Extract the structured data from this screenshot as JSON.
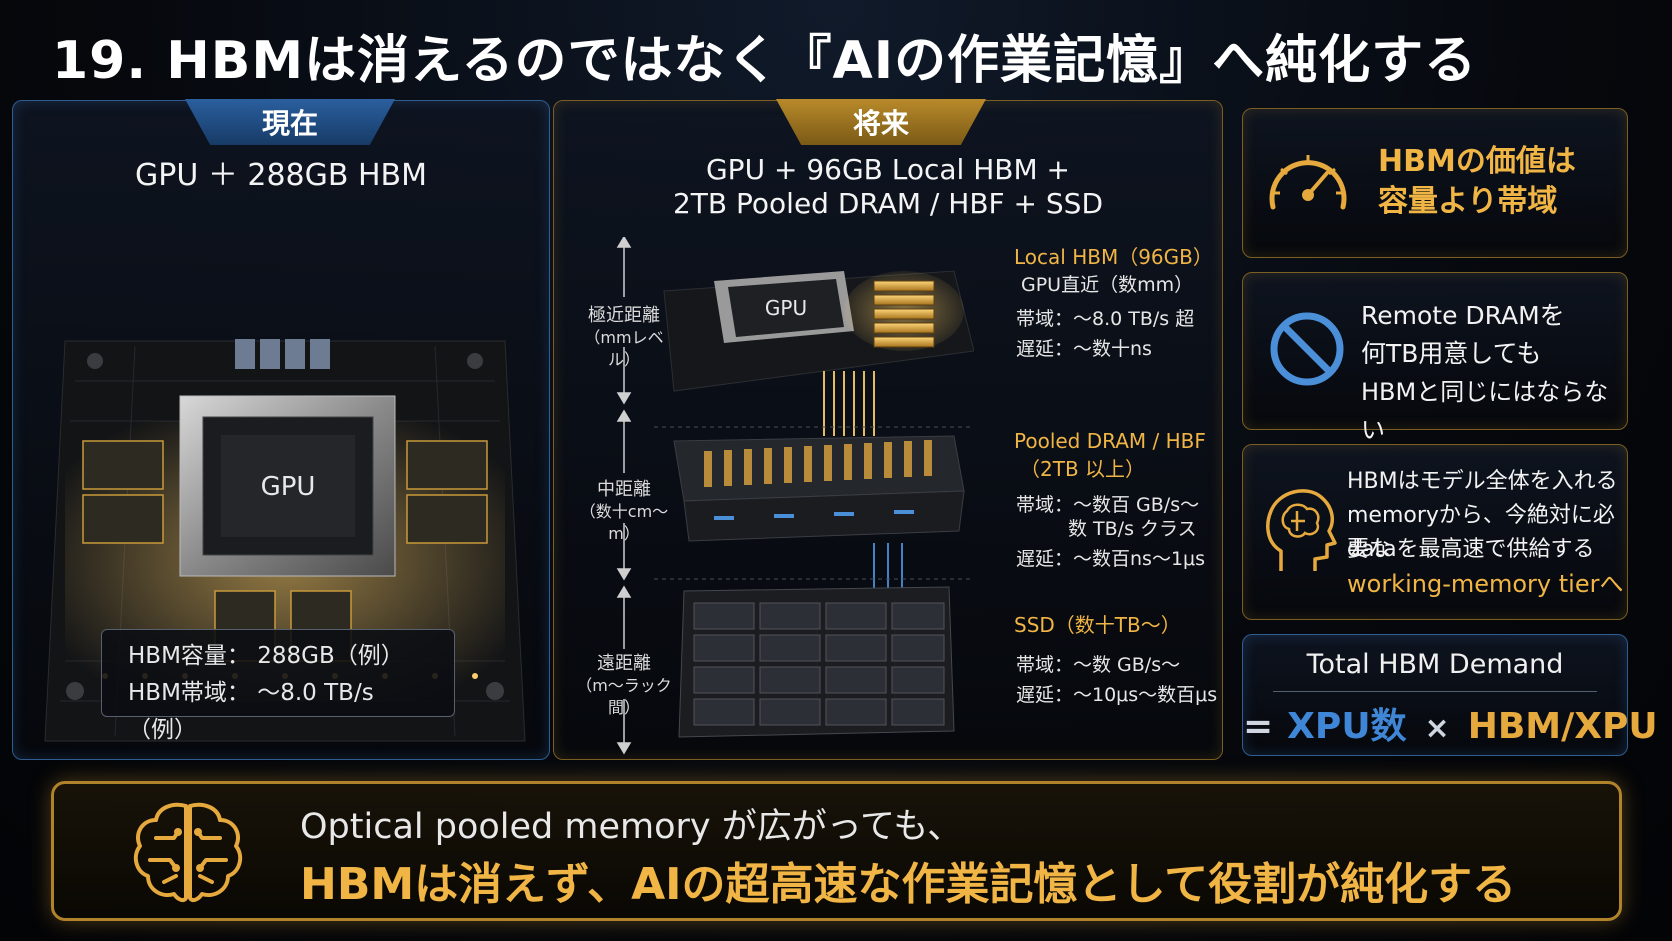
{
  "title": "19. HBMは消えるのではなく『AIの作業記憶』へ純化する",
  "current": {
    "tab": "現在",
    "subhead": "GPU ＋ 288GB HBM",
    "gpu_label": "GPU",
    "capacity": "HBM容量： 288GB（例）",
    "bandwidth": "HBM帯域： ～8.0 TB/s（例）"
  },
  "future": {
    "tab": "将来",
    "subhead_line1": "GPU + 96GB Local HBM +",
    "subhead_line2": "2TB Pooled DRAM / HBF + SSD",
    "gpu_label": "GPU",
    "tiers": [
      {
        "distance_main": "極近距離",
        "distance_sub": "（mmレベル）",
        "name": "Local HBM（96GB）",
        "note": "GPU直近（数mm）",
        "bandwidth": "帯域：～8.0 TB/s 超",
        "latency": "遅延：～数十ns"
      },
      {
        "distance_main": "中距離",
        "distance_sub": "（数十cm～m）",
        "name": "Pooled DRAM / HBF",
        "note": "（2TB 以上）",
        "bandwidth": "帯域：～数百 GB/s～",
        "bandwidth2": "数 TB/s クラス",
        "latency": "遅延：～数百ns～1μs"
      },
      {
        "distance_main": "遠距離",
        "distance_sub": "（m～ラック間）",
        "name": "SSD（数十TB～）",
        "bandwidth": "帯域：～数 GB/s～",
        "latency": "遅延：～10μs～数百μs"
      }
    ]
  },
  "right": {
    "card1_line1": "HBMの価値は",
    "card1_line2": "容量より帯域",
    "card2_line1": "Remote DRAMを",
    "card2_line2": "何TB用意しても",
    "card2_line3": "HBMと同じにはならない",
    "card3_line1": "HBMはモデル全体を入れる",
    "card3_line2": "memoryから、今絶対に必要な",
    "card3_line3": "dataを最高速で供給する",
    "card3_line4": "working-memory tierへ",
    "formula_title": "Total HBM Demand",
    "formula_eq": "=",
    "formula_a": "XPU数",
    "formula_op": "×",
    "formula_b": "HBM/XPU"
  },
  "banner": {
    "line1": "Optical pooled memory が広がっても、",
    "line2": "HBMは消えず、AIの超高速な作業記憶として役割が純化する"
  },
  "colors": {
    "gold": "#f0b545",
    "blue": "#3f86d6",
    "panel_blue_border": "#2f5d8f",
    "panel_gold_border": "#7a5e22"
  },
  "icons": {
    "card1": "speedometer-icon",
    "card2": "prohibited-icon",
    "card3": "head-brain-icon",
    "banner": "brain-circuit-icon"
  }
}
